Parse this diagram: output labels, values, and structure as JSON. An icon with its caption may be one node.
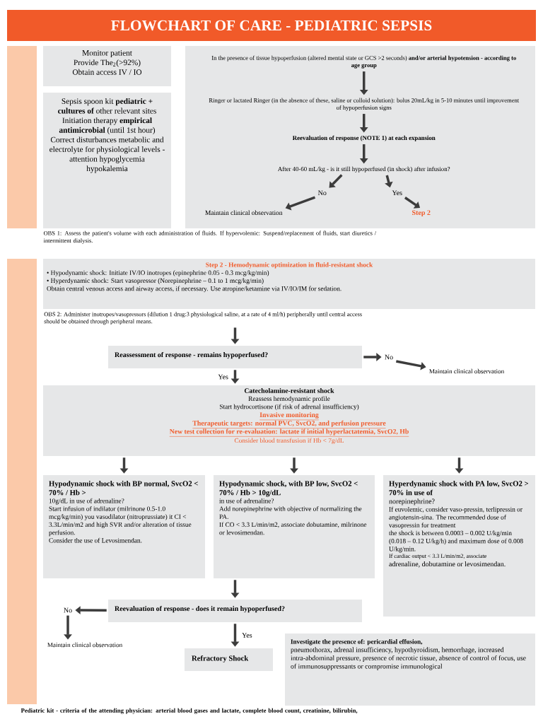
{
  "diagram": {
    "title": "FLOWCHART OF CARE - PEDIATRIC SEPSIS",
    "nodes": [
      {
        "text": [
          "Monitor patient",
          "Provide The$_{2}$(>92%)",
          "Obtain access IV / IO"
        ]
      },
      {
        "text": [
          "Sepsis spoon kit **pediatric + cultures of** other relevant sites",
          "Initiation therapy **empirical antimicrobial** (until 1st hour)",
          "Correct disturbances metabolic and electrolyte for physiological levels - attention hypoglycemia hypokalemia"
        ]
      },
      {
        "text": [],
        "shape": "box"
      },
      {
        "text": [
          "In the presence of tissue hypoperfusion (altered mental state or GCS >2 seconds) **and/or arterial hypotension - according to age group**"
        ],
        "in": 2
      },
      {
        "text": [
          "Ringer or lactated Ringer (in the absence of these, saline or colloid solution): bolus 20mL/kg in 5-10 minutes until improvement of hypoperfusion signs"
        ],
        "in": 2
      },
      {
        "text": [
          "Reevaluation of response (NOTE 1) at each expansion"
        ],
        "in": 2
      },
      {
        "text": [
          "After 40-60 mL/kg - is it still hypoperfused (in shock) after infusion?"
        ],
        "in": 2
      },
      {
        "text": [
          "No"
        ],
        "in": 2
      },
      {
        "text": [
          "Yes"
        ],
        "in": 2
      },
      {
        "text": [
          "Maintain clinical observation"
        ],
        "in": 2
      },
      {
        "text": [
          "Step 2"
        ],
        "in": 2
      },
      {
        "text": [
          "Step 2 - Hemodynamic optimization in fluid-resistant shock",
          "• Hypodynamic shock: Initiate IV/IO inotropes (epinephrine 0.05 - 0.3 mcg/kg/min)",
          "• Hyperdynamic shock: Start vasopressor (Norepinephrine – 0.1 to 1 mcg/kg/min)",
          "Obtain central venous access and airway access, if necessary. Use atropine/ketamine via IV/IO/IM for sedation."
        ]
      },
      {
        "text": [
          "OBS 2: Administer inotropes/vasopressors (dilution 1 drug:3 physiological saline, at a rate of 4 ml/h) peripherally until central access should be obtained through peripheral means."
        ]
      },
      {
        "text": [
          "Reassessment of response - remains hypoperfused?"
        ]
      },
      {
        "text": [
          "No"
        ]
      },
      {
        "text": [
          "Maintain clinical observation"
        ]
      },
      {
        "text": [
          "Catecholamine-resistant shock",
          "Reassess hemodynamic profile",
          "Start hydrocortisone (if risk of adrenal insufficiency)",
          "Invasive monitoring",
          "Therapeutic targets: normal PVC, SvcO2, and perfusion pressure",
          "New test collection for re-evaluation: lactate if initial hyperlactatemia, SvcO2, Hb",
          "Consider blood transfusion if Hb < 7g/dL"
        ]
      },
      {
        "text": [
          "Hypodynamic shock with BP normal, SvcO2 < 70% / Hb >",
          "10g/dL in use of adrenaline?",
          "Start infusion of indilator (milrinone 0.5-1.0 mcg/kg/min) you vasodilator (nitroprussiate) it CI < 3.3L/min/m2 and high SVR and/or alteration of tissue perfusion.",
          "Consider the use of Levosimendan."
        ]
      },
      {
        "text": [
          "Hypodynamic shock, with BP low, SvcO2 < 70% / Hb > 10g/dL",
          "in use of adrenaline?",
          "Add norepinephrine with objective of normalizing the PA.",
          "If CO < 3.3 L/min/m2, associate dobutamine, milrinone or levosimendan."
        ]
      },
      {
        "text": [
          "Hyperdynamic shock with PA low, SvcO2 > 70% in use of",
          "norepinephrine?",
          "If euvolemic, consider vaso-pressin, terlipressin or angiotensin-sina. The recommended dose of vasopressin for treatment",
          "the shock is between 0.0003 – 0.002 U/kg/min (0.018 – 0.12 U/kg/h) and maximum dose of 0.008 U/kg/min.",
          "If cardiac output < 3.3 L/min/m2, associate",
          "adrenaline, dobutamine or levosimendan."
        ]
      },
      {
        "text": [
          "Reevaluation of response - does it remain hypoperfused?"
        ]
      },
      {
        "text": [
          "No"
        ]
      },
      {
        "text": [
          "Maintain clinical observation"
        ]
      },
      {
        "text": [
          "Refractory Shock"
        ]
      },
      {
        "text": [
          "Investigate the presence of: pericardial effusion,",
          "pneumothorax, adrenal insufficiency, hypothyroidism, hemorrhage, increased intra-abdominal pressure, presence of necrotic tissue, absence of control of focus, use of immunosuppressants or compromise immunological"
        ]
      },
      {
        "text": [],
        "shape": "bar"
      },
      {
        "text": [],
        "shape": "bar"
      }
    ],
    "edges": [
      {
        "from": 3,
        "to": 4,
        "arrow": "to"
      },
      {
        "from": 4,
        "to": 5,
        "arrow": "to"
      },
      {
        "from": 5,
        "to": 6,
        "arrow": "to"
      },
      {
        "from": 6,
        "to": 7,
        "arrow": "to"
      },
      {
        "from": 6,
        "to": 8,
        "arrow": "to"
      },
      {
        "from": 7,
        "to": 9,
        "arrow": "to"
      },
      {
        "from": 8,
        "to": 10,
        "arrow": "to"
      },
      {
        "from": 12,
        "to": 13,
        "arrow": "to"
      },
      {
        "from": 13,
        "to": 14,
        "arrow": "to"
      },
      {
        "from": 14,
        "to": 15,
        "arrow": "to"
      },
      {
        "from": 13,
        "to": 16,
        "arrow": "to",
        "label": "Yes"
      },
      {
        "from": 16,
        "to": 17,
        "arrow": "to"
      },
      {
        "from": 16,
        "to": 18,
        "arrow": "to"
      },
      {
        "from": 16,
        "to": 19,
        "arrow": "to"
      },
      {
        "from": 18,
        "to": 20,
        "arrow": "to"
      },
      {
        "from": 20,
        "to": 21,
        "arrow": "to"
      },
      {
        "from": 21,
        "to": 22,
        "arrow": "to"
      },
      {
        "from": 20,
        "to": 23,
        "arrow": "to",
        "label": "Yes"
      }
    ],
    "labels": [
      "OBS 1: Assess the patient's volume with each administration of fluids. If hypervolemic: Suspend/replacement of fluids, start diuretics / intermittent dialysis.",
      "Pediatric kit - criteria of the attending physician: arterial blood gases and lactate, complete blood count, creatinine, bilirubin,"
    ]
  }
}
